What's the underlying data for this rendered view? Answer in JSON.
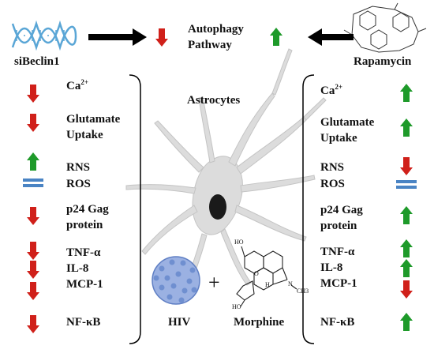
{
  "top": {
    "sibeclin": "siBeclin1",
    "pathway_line1": "Autophagy",
    "pathway_line2": "Pathway",
    "rapamycin": "Rapamycin"
  },
  "center": {
    "astrocytes": "Astrocytes",
    "hiv": "HIV",
    "plus": "+",
    "morphine": "Morphine"
  },
  "left_effects": [
    {
      "line1": "Ca",
      "sup": "2+",
      "line2": "",
      "change": "decrease"
    },
    {
      "line1": "Glutamate",
      "line2": "Uptake",
      "change": "decrease"
    },
    {
      "line1": "RNS",
      "line2": "",
      "change": "increase"
    },
    {
      "line1": "ROS",
      "line2": "",
      "change": "no change"
    },
    {
      "line1": "p24 Gag",
      "line2": "protein",
      "change": "decrease"
    },
    {
      "line1": "TNF-α",
      "line2": "",
      "change": "decrease"
    },
    {
      "line1": "IL-8",
      "line2": "",
      "change": "decrease"
    },
    {
      "line1": "MCP-1",
      "line2": "",
      "change": "decrease"
    },
    {
      "line1": "NF-κB",
      "line2": "",
      "change": "decrease"
    }
  ],
  "right_effects": [
    {
      "line1": "Ca",
      "sup": "2+",
      "line2": "",
      "change": "increase"
    },
    {
      "line1": "Glutamate",
      "line2": "Uptake",
      "change": "increase"
    },
    {
      "line1": "RNS",
      "line2": "",
      "change": "decrease"
    },
    {
      "line1": "ROS",
      "line2": "",
      "change": "no change"
    },
    {
      "line1": "p24 Gag",
      "line2": "protein",
      "change": "increase"
    },
    {
      "line1": "TNF-α",
      "line2": "",
      "change": "increase"
    },
    {
      "line1": "IL-8",
      "line2": "",
      "change": "increase"
    },
    {
      "line1": "MCP-1",
      "line2": "",
      "change": "decrease"
    },
    {
      "line1": "NF-κB",
      "line2": "",
      "change": "increase"
    }
  ],
  "molecule_labels": {
    "ho1": "HO",
    "o": "O",
    "h": "H",
    "n": "N",
    "ch3": "CH3",
    "ho2": "HO"
  },
  "colors": {
    "increase": "#1e9a2a",
    "decrease": "#d0201a",
    "no_change": "#4a84c4",
    "astrocyte": "#dcdcdc",
    "nucleus": "#1a1a1a",
    "dna": "#5aa6d6",
    "virus": "#6f8fd0"
  }
}
